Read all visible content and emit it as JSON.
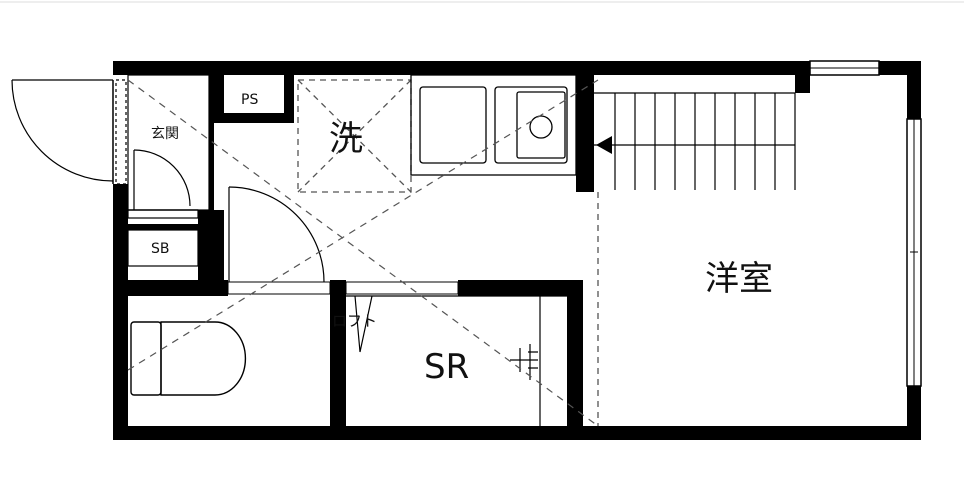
{
  "rooms": {
    "entrance": "玄関",
    "pipe_space": "PS",
    "shoe_box": "SB",
    "laundry": "洗",
    "western_room": "洋室",
    "storage_room": "SR",
    "loft": "ロフト"
  },
  "colors": {
    "wall": "#000000",
    "background": "#ffffff",
    "line": "#333333"
  }
}
